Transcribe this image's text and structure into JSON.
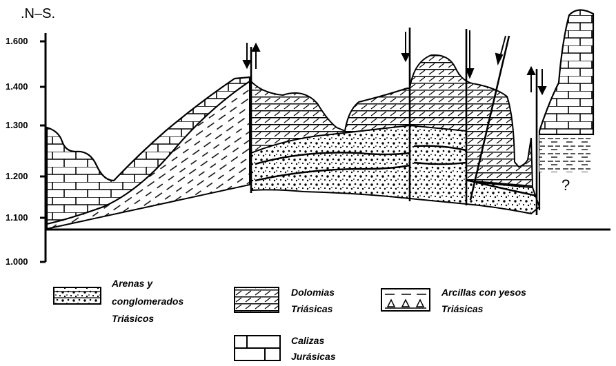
{
  "orientation_label": ".N–S.",
  "y_axis": {
    "tick_labels": [
      "1.600",
      "1.400",
      "1.300",
      "1.200",
      "1.100",
      "1.000"
    ]
  },
  "unknown_marker": "?",
  "legend": {
    "arenas": [
      "Arenas y",
      "conglomerados",
      "Triásicos"
    ],
    "dolomias": [
      "Dolomias",
      "Triásicas"
    ],
    "arcillas": [
      "Arcillas con yesos",
      "Triásicas"
    ],
    "calizas": [
      "Calizas",
      "Jurásicas"
    ]
  }
}
